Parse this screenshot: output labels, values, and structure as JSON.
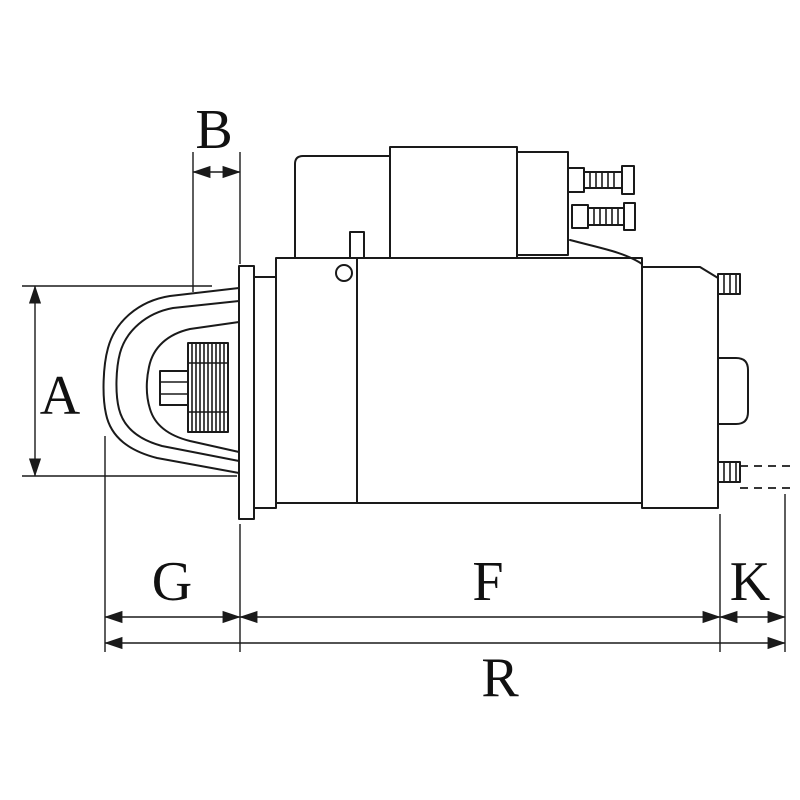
{
  "figure": {
    "type": "technical-drawing",
    "subject": "starter-motor-side-view-with-dimensions",
    "colors": {
      "line": "#1a1a1a",
      "background": "#ffffff"
    },
    "dimension_labels": {
      "A": "A",
      "B": "B",
      "G": "G",
      "F": "F",
      "K": "K",
      "R": "R"
    }
  }
}
